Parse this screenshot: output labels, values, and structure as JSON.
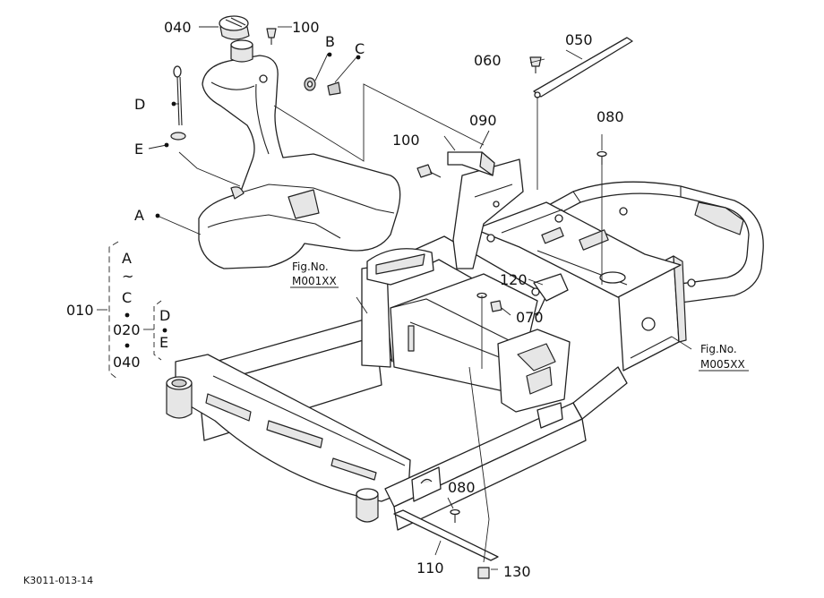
{
  "labels": {
    "p040": "040",
    "p100a": "100",
    "refB": "B",
    "refC": "C",
    "p060": "060",
    "p050": "050",
    "refD": "D",
    "refE": "E",
    "p090": "090",
    "p100b": "100",
    "p080a": "080",
    "refA": "A",
    "p120": "120",
    "p070": "070",
    "p080b": "080",
    "p110": "110",
    "p130": "130"
  },
  "figrefs": {
    "left_line1": "Fig.No.",
    "left_line2": "M001XX",
    "right_line1": "Fig.No.",
    "right_line2": "M005XX"
  },
  "group": {
    "p010": "010",
    "a": "A",
    "tilde": "~",
    "c": "C",
    "p020": "020",
    "d": "D",
    "e": "E",
    "p040": "040"
  },
  "footer": {
    "code": "K3011-013-14"
  }
}
